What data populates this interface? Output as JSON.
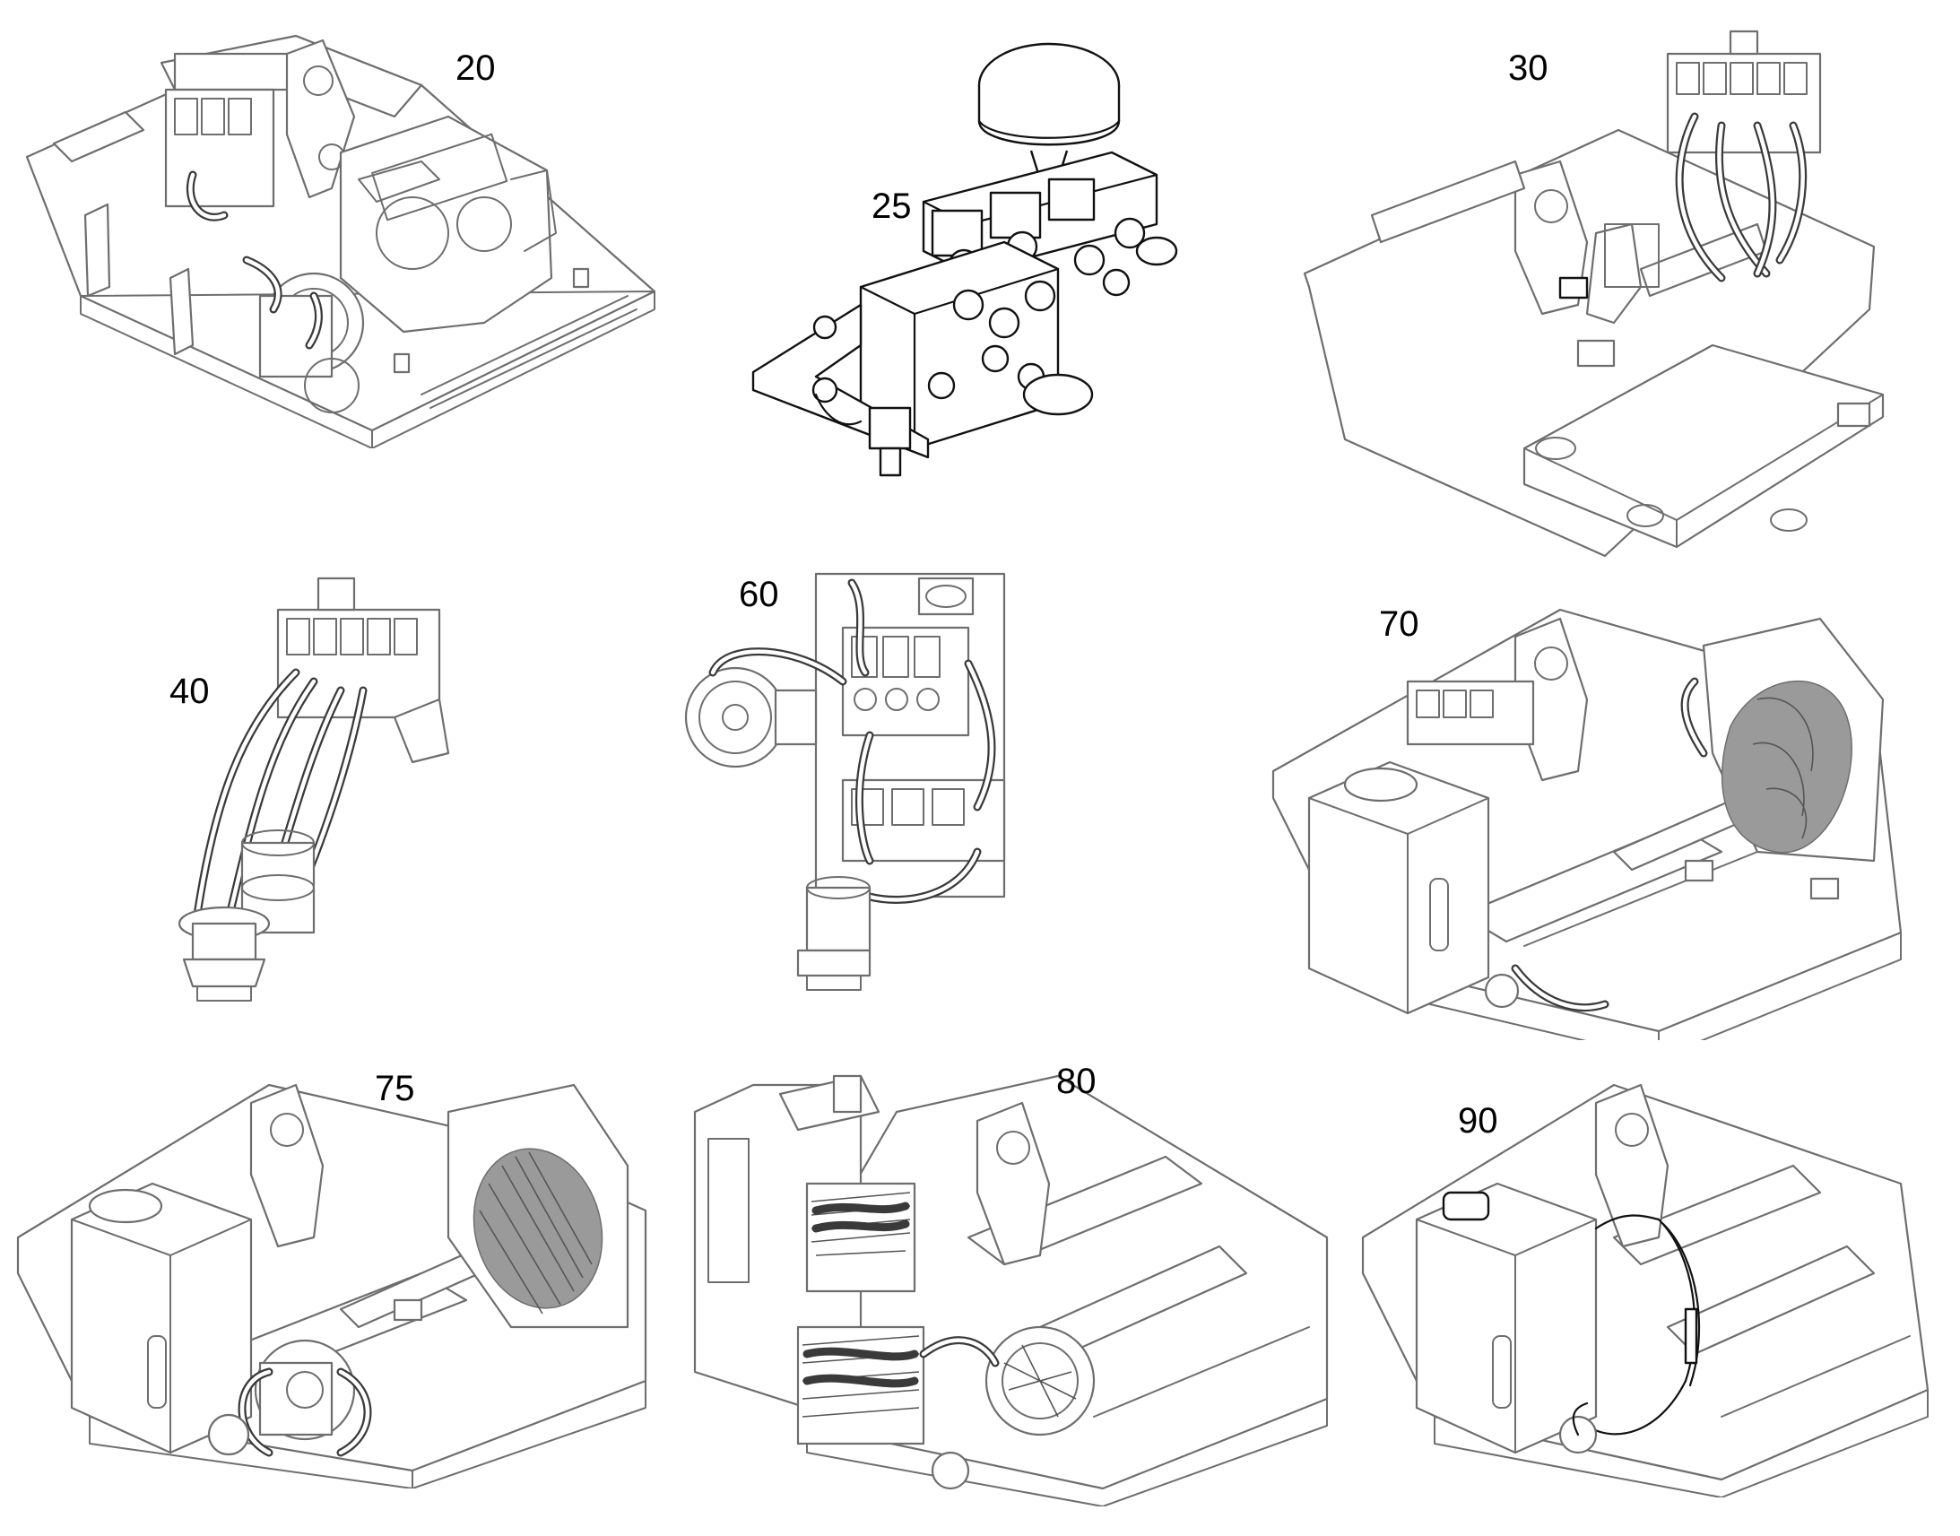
{
  "figure_labels": {
    "p20": "20",
    "p25": "25",
    "p30": "30",
    "p40": "40",
    "p60": "60",
    "p70": "70",
    "p75": "75",
    "p80": "80",
    "p90": "90"
  },
  "colors": {
    "background": "#ffffff",
    "line_art": "#6e6e6e",
    "highlight_line": "#111111",
    "label_text": "#000000"
  }
}
